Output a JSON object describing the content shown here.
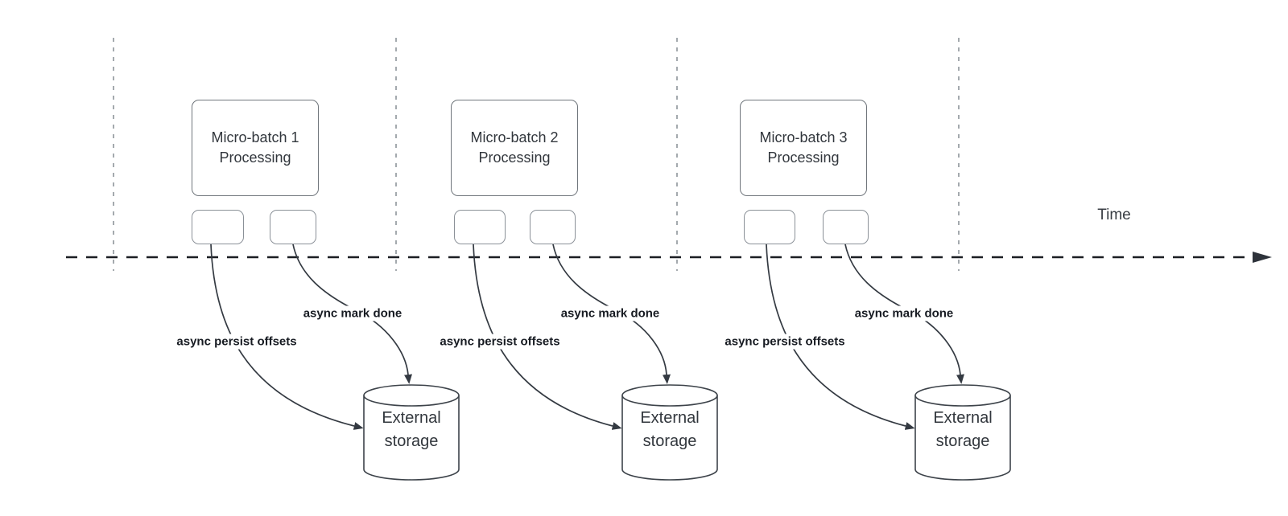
{
  "diagram": {
    "time_label": "Time",
    "sections": [
      {
        "title_line1": "Micro-batch 1",
        "title_line2": "Processing",
        "persist_arrow_label": "async persist offsets",
        "mark_done_arrow_label": "async mark done",
        "storage_line1": "External",
        "storage_line2": "storage"
      },
      {
        "title_line1": "Micro-batch 2",
        "title_line2": "Processing",
        "persist_arrow_label": "async persist offsets",
        "mark_done_arrow_label": "async mark done",
        "storage_line1": "External",
        "storage_line2": "storage"
      },
      {
        "title_line1": "Micro-batch 3",
        "title_line2": "Processing",
        "persist_arrow_label": "async persist offsets",
        "mark_done_arrow_label": "async mark done",
        "storage_line1": "External",
        "storage_line2": "storage"
      }
    ],
    "colors": {
      "background": "#ffffff",
      "box_border": "#70767c",
      "small_box_border": "#8b9198",
      "cylinder_stroke": "#3d434a",
      "arrow_stroke": "#343a42",
      "timeline_stroke": "#1b1e23",
      "divider_stroke": "#9aa0a6",
      "node_text": "#32373d",
      "bold_label_text": "#171b22"
    }
  }
}
